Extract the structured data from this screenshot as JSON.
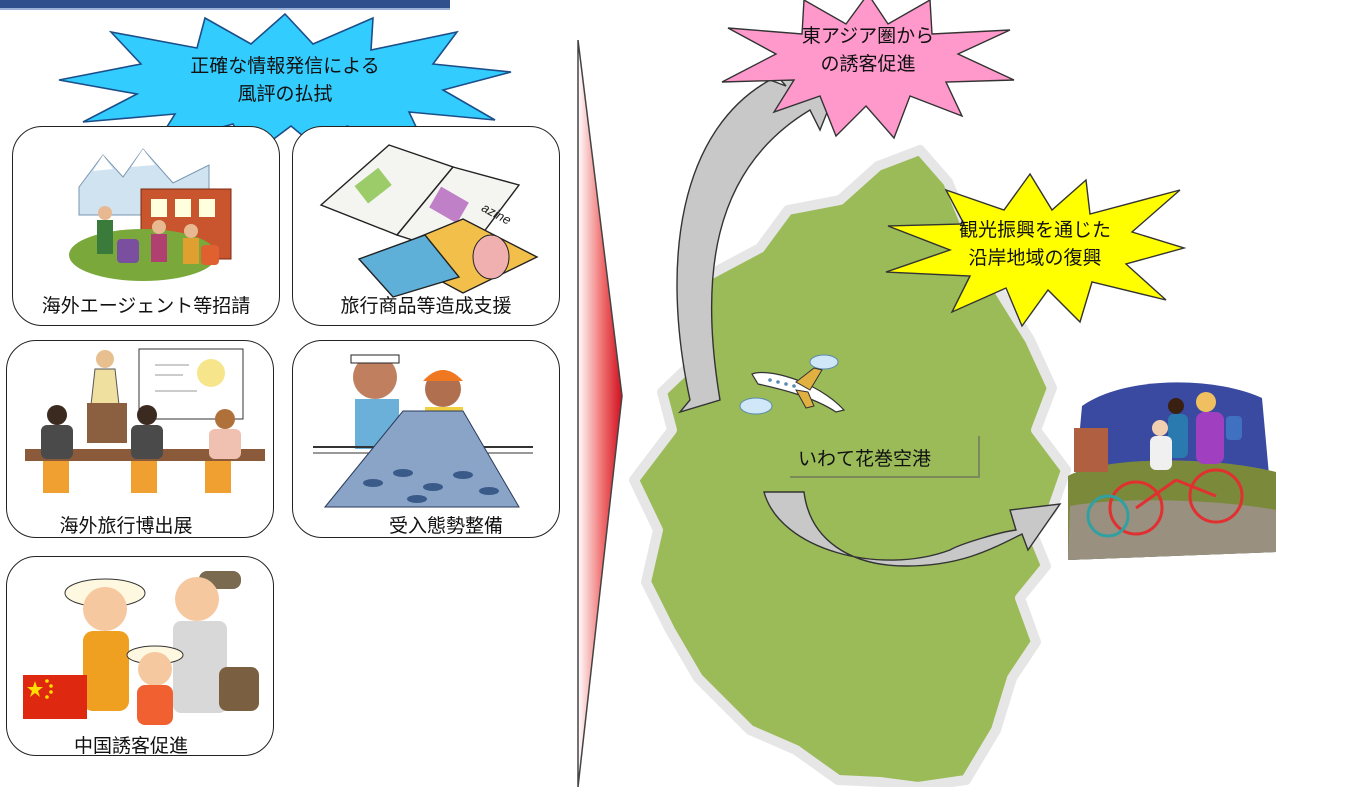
{
  "burst_top_left": {
    "line1": "正確な情報発信による",
    "line2": "風評の払拭"
  },
  "burst_pink": {
    "line1": "東アジア圏から",
    "line2": "の誘客促進"
  },
  "burst_yellow": {
    "line1": "観光振興を通じた",
    "line2": "沿岸地域の復興"
  },
  "cards": {
    "agent": "海外エージェント等招請",
    "products": "旅行商品等造成支援",
    "expo": "海外旅行博出展",
    "reception": "受入態勢整備",
    "china": "中国誘客促進"
  },
  "map": {
    "airport_label": "いわて花巻空港"
  },
  "colors": {
    "map_green": "#9bbb59",
    "burst_blue": "#33ccff",
    "burst_pink": "#ff99cc",
    "burst_yellow": "#ffff00",
    "divider_red": "#e0303a"
  }
}
